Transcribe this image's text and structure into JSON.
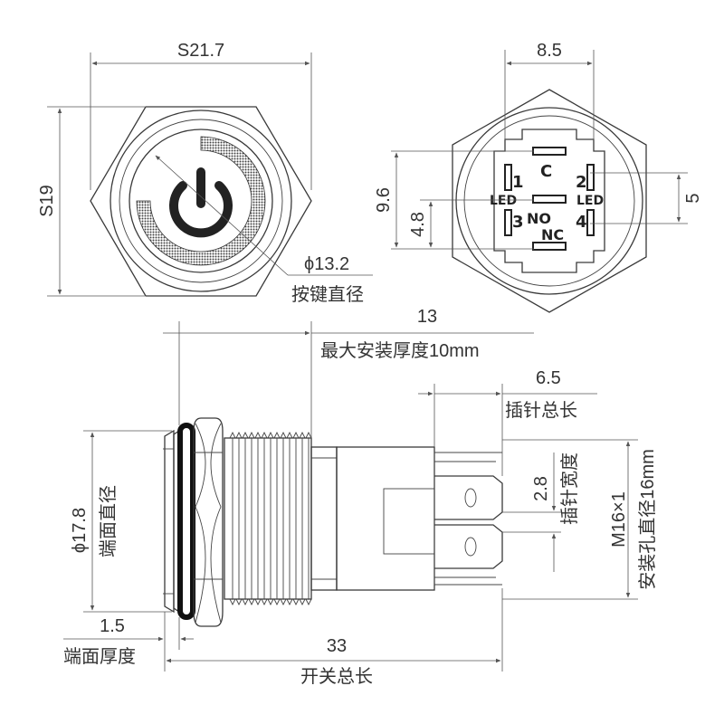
{
  "front_view": {
    "width_label": "S21.7",
    "height_label": "S19",
    "button_dia_label": "ϕ13.2",
    "button_dia_caption": "按键直径"
  },
  "rear_view": {
    "top_label": "8.5",
    "left_outer_label": "9.6",
    "left_inner_label": "4.8",
    "right_label": "5",
    "pin_labels": {
      "p1": "1",
      "p2": "2",
      "p3": "3",
      "p4": "4",
      "c": "C",
      "led_left": "LED",
      "led_right": "LED",
      "no": "NO",
      "nc": "NC"
    }
  },
  "side_view": {
    "total_install_label": "13",
    "max_thickness_label": "最大安装厚度10mm",
    "pin_length_label": "6.5",
    "pin_length_caption": "插针总长",
    "pin_width_label": "2.8",
    "pin_width_caption": "插针宽度",
    "thread_label": "M16×1",
    "hole_caption": "安装孔直径16mm",
    "face_dia_label": "ϕ17.8",
    "face_dia_caption": "端面直径",
    "face_thick_label": "1.5",
    "face_thick_caption": "端面厚度",
    "total_length_label": "33",
    "total_length_caption": "开关总长"
  }
}
